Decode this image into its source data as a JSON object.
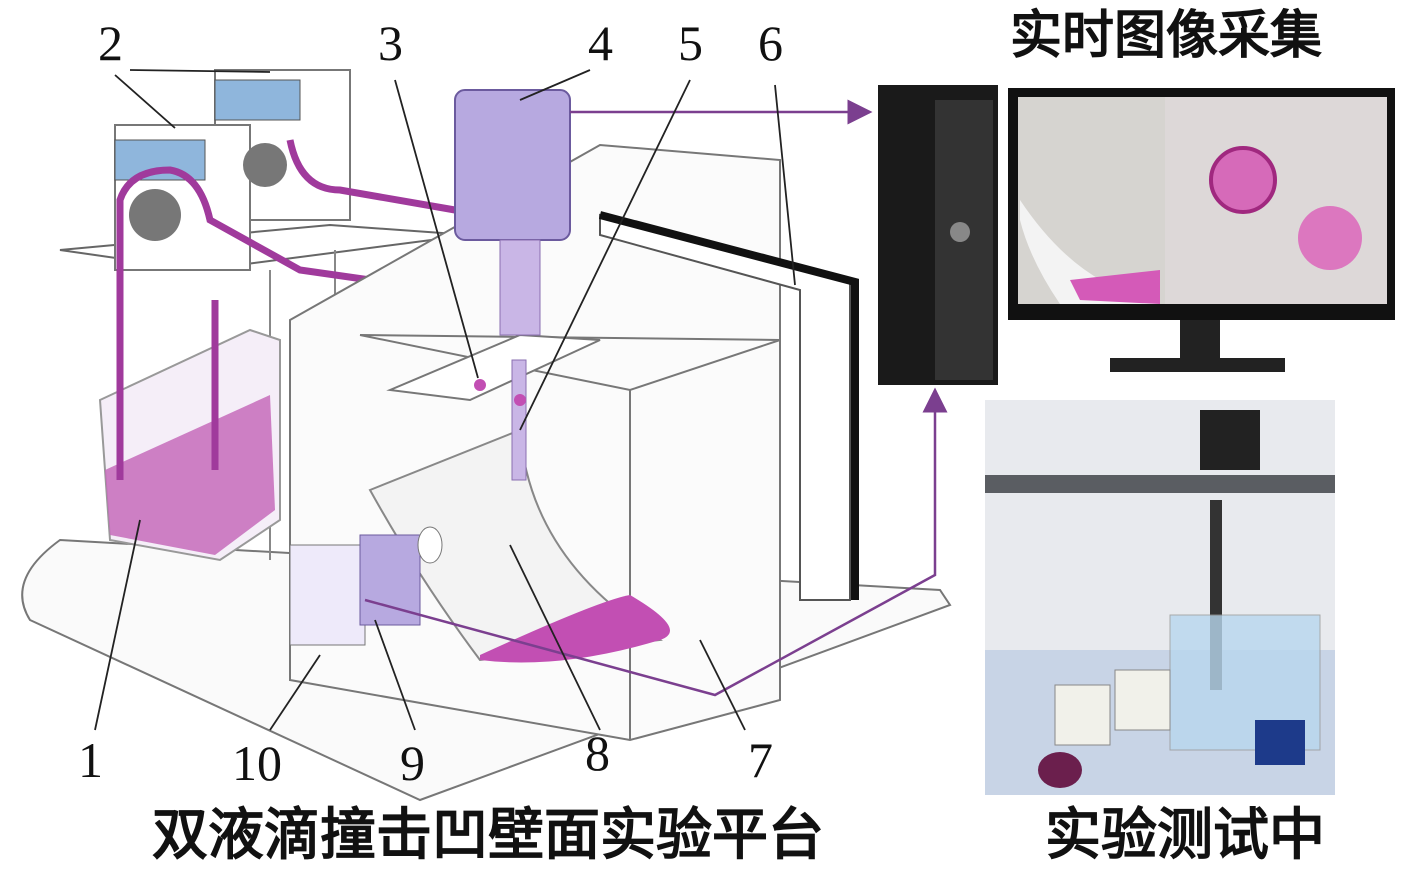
{
  "titles": {
    "platform": "双液滴撞击凹壁面实验平台",
    "realtime": "实时图像采集",
    "testing": "实验测试中"
  },
  "labels": [
    "1",
    "2",
    "3",
    "4",
    "5",
    "6",
    "7",
    "8",
    "9",
    "10"
  ],
  "colors": {
    "liquid": "#c24fb3",
    "camera": "#b7a9e0",
    "pump_head": "#8fb6dc",
    "tube": "#a03a9c",
    "arrow": "#7b3f8f"
  }
}
